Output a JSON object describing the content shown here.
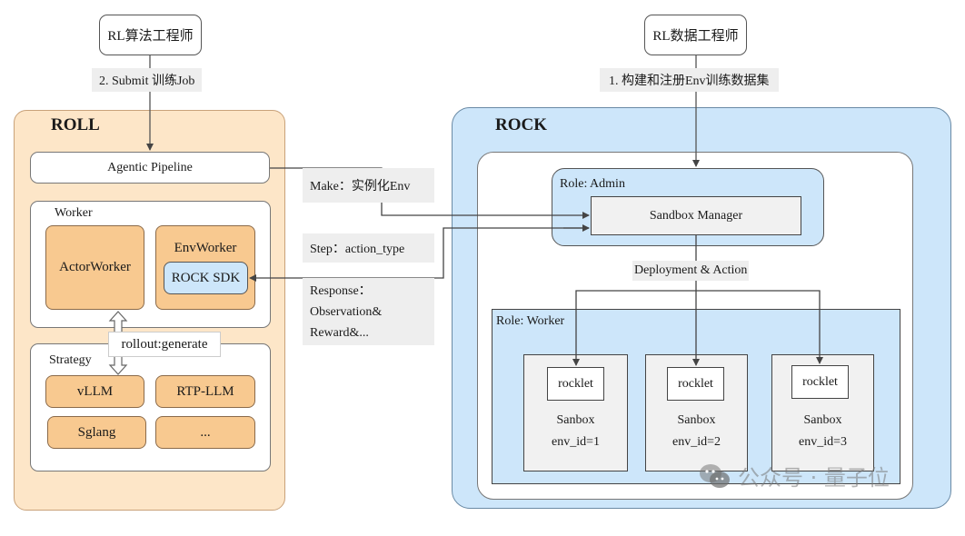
{
  "actors": {
    "algorithm_engineer": "RL算法工程师",
    "data_engineer": "RL数据工程师"
  },
  "edge_labels": {
    "submit_job": "2. Submit 训练Job",
    "build_env_dataset": "1. 构建和注册Env训练数据集",
    "make": "Make：实例化Env",
    "step": "Step：action_type",
    "response_lines": [
      "Response：",
      "Observation&",
      "Reward&..."
    ],
    "deployment_action": "Deployment & Action",
    "rollout_generate": "rollout:generate"
  },
  "roll": {
    "title": "ROLL",
    "agentic_pipeline": "Agentic Pipeline",
    "worker": {
      "label": "Worker",
      "actor_worker": "ActorWorker",
      "env_worker": "EnvWorker",
      "rock_sdk": "ROCK SDK"
    },
    "strategy": {
      "label": "Strategy",
      "engines": [
        "vLLM",
        "RTP-LLM",
        "Sglang",
        "..."
      ]
    }
  },
  "rock": {
    "title": "ROCK",
    "admin": {
      "label": "Role: Admin",
      "sandbox_manager": "Sandbox Manager"
    },
    "worker": {
      "label": "Role: Worker",
      "sandboxes": [
        {
          "rocklet": "rocklet",
          "name": "Sanbox",
          "env_id": "env_id=1"
        },
        {
          "rocklet": "rocklet",
          "name": "Sanbox",
          "env_id": "env_id=2"
        },
        {
          "rocklet": "rocklet",
          "name": "Sanbox",
          "env_id": "env_id=3"
        }
      ]
    }
  },
  "watermark": {
    "icon": "wechat-icon",
    "text": "公众号 · 量子位"
  },
  "colors": {
    "roll_bg": "#fde6c8",
    "rock_bg": "#cde6fa",
    "component_orange": "#f8c990",
    "label_bg": "#eeeeee"
  }
}
